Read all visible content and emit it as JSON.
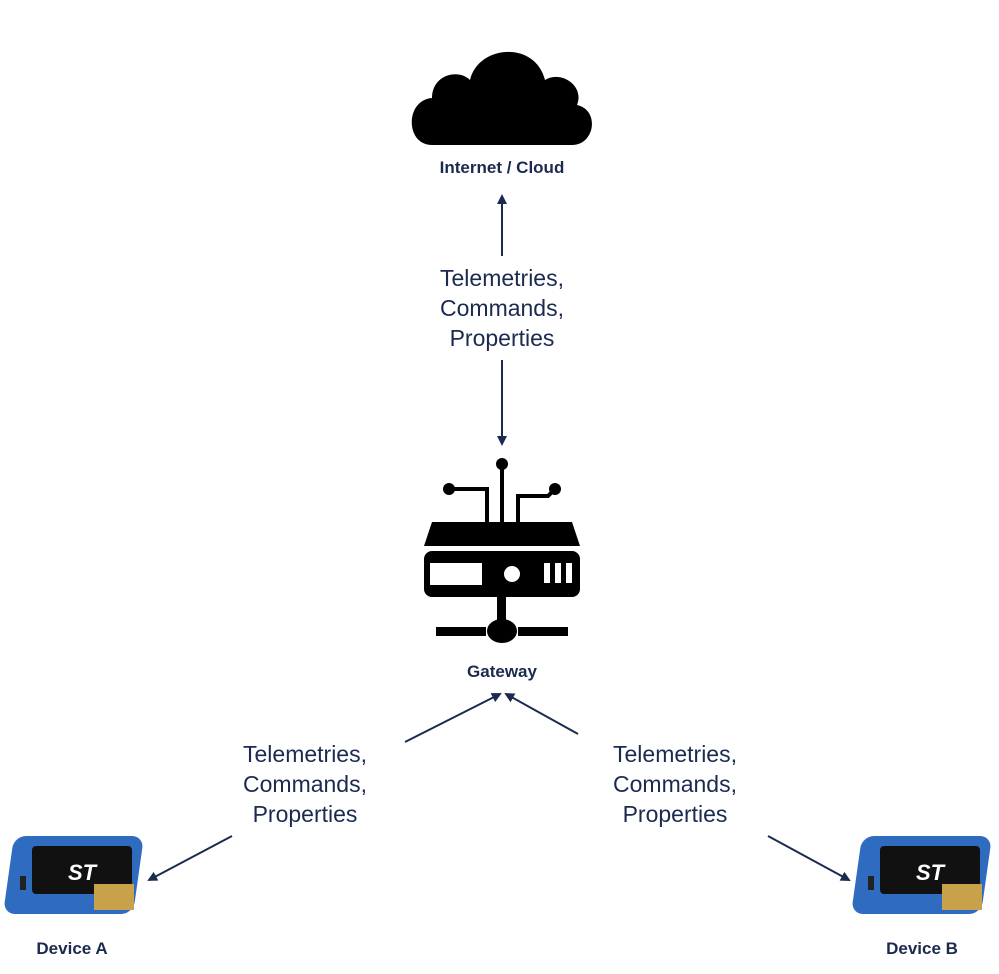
{
  "nodes": {
    "cloud": {
      "label": "Internet / Cloud",
      "icon": "cloud-icon"
    },
    "gateway": {
      "label": "Gateway",
      "icon": "gateway-router-icon"
    },
    "device_a": {
      "label": "Device A",
      "icon": "sensor-board-icon",
      "logo_text": "ST"
    },
    "device_b": {
      "label": "Device B",
      "icon": "sensor-board-icon",
      "logo_text": "ST"
    }
  },
  "edges": {
    "cloud_gateway": {
      "lines": [
        "Telemetries,",
        "Commands,",
        "Properties"
      ]
    },
    "gateway_device_a": {
      "lines": [
        "Telemetries,",
        "Commands,",
        "Properties"
      ]
    },
    "gateway_device_b": {
      "lines": [
        "Telemetries,",
        "Commands,",
        "Properties"
      ]
    }
  },
  "colors": {
    "text": "#1b2a4f",
    "arrow": "#1b2a4f",
    "icon": "#000000",
    "device_blue": "#2f6cc0"
  }
}
